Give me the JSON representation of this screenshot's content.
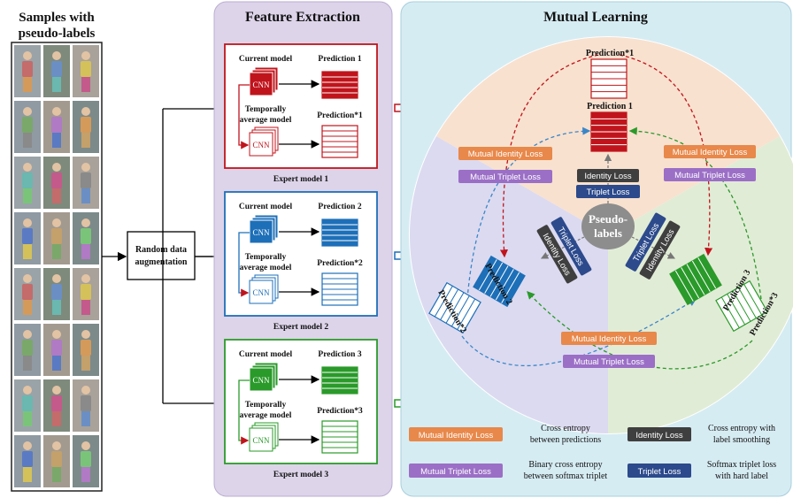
{
  "samples": {
    "title_line1": "Samples with",
    "title_line2": "pseudo-labels"
  },
  "augmentation": {
    "line1": "Random data",
    "line2": "augmentation"
  },
  "feature_extraction": {
    "title": "Feature Extraction",
    "current_model": "Current model",
    "temporal_line1": "Temporally",
    "temporal_line2": "average model",
    "cnn": "CNN",
    "experts": [
      {
        "name": "Expert model 1",
        "prediction": "Prediction 1",
        "prediction_avg": "Prediction*1",
        "color": "#c0141c"
      },
      {
        "name": "Expert model 2",
        "prediction": "Prediction 2",
        "prediction_avg": "Prediction*2",
        "color": "#1d6fb8"
      },
      {
        "name": "Expert model 3",
        "prediction": "Prediction 3",
        "prediction_avg": "Prediction*3",
        "color": "#2a9a2a"
      }
    ]
  },
  "mutual_learning": {
    "title": "Mutual Learning",
    "pseudo_line1": "Pseudo-",
    "pseudo_line2": "labels",
    "pred1": "Prediction 1",
    "pred1_avg": "Prediction*1",
    "pred2": "Prediction 2",
    "pred2_avg": "Prediction*2",
    "pred3": "Prediction 3",
    "pred3_avg": "Prediction*3",
    "mutual_identity_loss": "Mutual  Identity Loss",
    "mutual_triplet_loss": "Mutual Triplet Loss",
    "identity_loss": "Identity Loss",
    "triplet_loss": "Triplet Loss"
  },
  "legend": {
    "mid_label": "Mutual  Identity Loss",
    "mid_desc_line1": "Cross entropy",
    "mid_desc_line2": "between predictions",
    "mtl_label": "Mutual Triplet Loss",
    "mtl_desc_line1": "Binary cross entropy",
    "mtl_desc_line2": "between softmax triplet",
    "id_label": "Identity Loss",
    "id_desc_line1": "Cross entropy with",
    "id_desc_line2": "label smoothing",
    "tl_label": "Triplet Loss",
    "tl_desc_line1": "Softmax triplet loss",
    "tl_desc_line2": "with hard label"
  },
  "colors": {
    "orange": "#e8884a",
    "purple": "#9b6fc6",
    "dark_gray": "#3f3f3f",
    "navy": "#2c4a8c",
    "panel_purple": "#ddd4ea",
    "panel_blue": "#d6ecf3"
  }
}
